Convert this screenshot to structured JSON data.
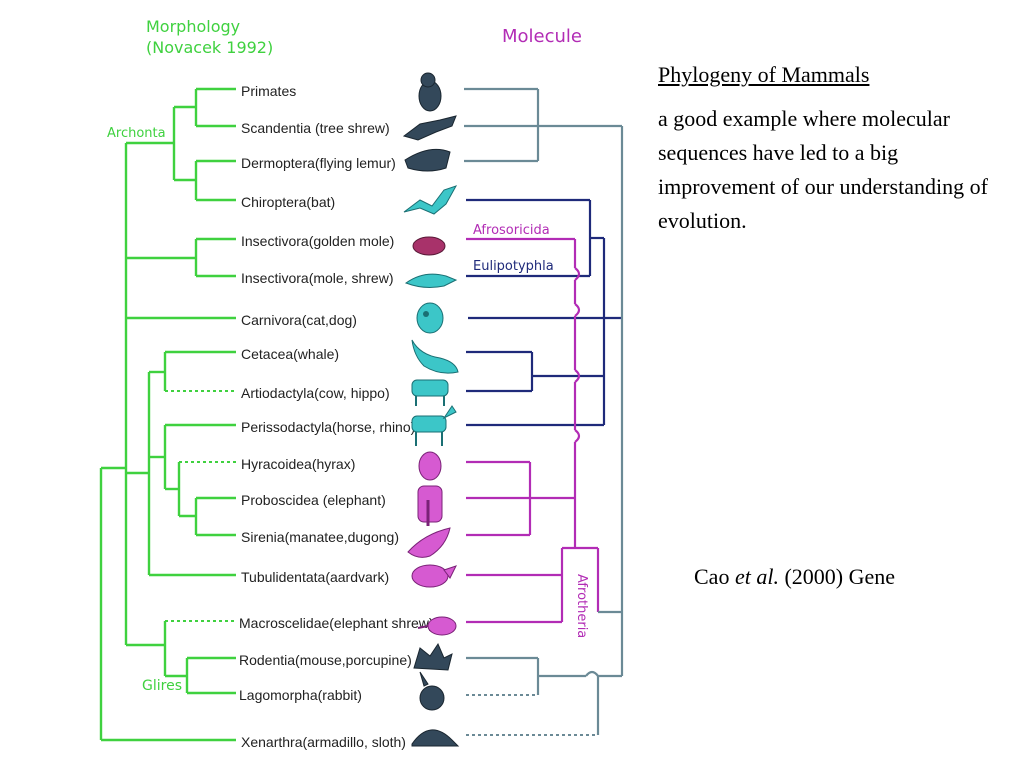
{
  "morphology_label": {
    "line1": "Morphology",
    "line2": "(Novacek 1992)"
  },
  "molecule_label": "Molecule",
  "clades": {
    "archonta": "Archonta",
    "glires": "Glires",
    "afrosoricida": "Afrosoricida",
    "eulipotyphla": "Eulipotyphla",
    "afrotheria": "Afrotheria"
  },
  "taxa": [
    "Primates",
    "Scandentia (tree shrew)",
    "Dermoptera(flying lemur)",
    "Chiroptera(bat)",
    "Insectivora(golden mole)",
    "Insectivora(mole, shrew)",
    "Carnivora(cat,dog)",
    "Cetacea(whale)",
    "Artiodactyla(cow, hippo)",
    "Perissodactyla(horse, rhino)",
    "Hyracoidea(hyrax)",
    "Proboscidea (elephant)",
    "Sirenia(manatee,dugong)",
    "Tubulidentata(aardvark)",
    "Macroscelidae(elephant shrew)",
    "Rodentia(mouse,porcupine)",
    "Lagomorpha(rabbit)",
    "Xenarthra(armadillo, sloth)"
  ],
  "icons": [
    "primate-icon",
    "tree-shrew-icon",
    "flying-lemur-icon",
    "bat-icon",
    "golden-mole-icon",
    "shrew-icon",
    "cat-icon",
    "whale-icon",
    "cow-icon",
    "horse-icon",
    "hyrax-icon",
    "elephant-icon",
    "manatee-icon",
    "aardvark-icon",
    "elephant-shrew-icon",
    "porcupine-icon",
    "rabbit-icon",
    "armadillo-icon"
  ],
  "colors": {
    "morphology": "#3fd13f",
    "afrotheria": "#b22cb5",
    "laurasiatheria": "#1f2a7a",
    "other_molecular": "#6b8a96"
  },
  "text_panel": {
    "heading": "Phylogeny of Mammals",
    "description": "a good example where molecular sequences have led to a big improvement of our understanding of evolution."
  },
  "citation": {
    "prefix": "Cao ",
    "italic": "et al.",
    "suffix": " (2000) Gene"
  }
}
